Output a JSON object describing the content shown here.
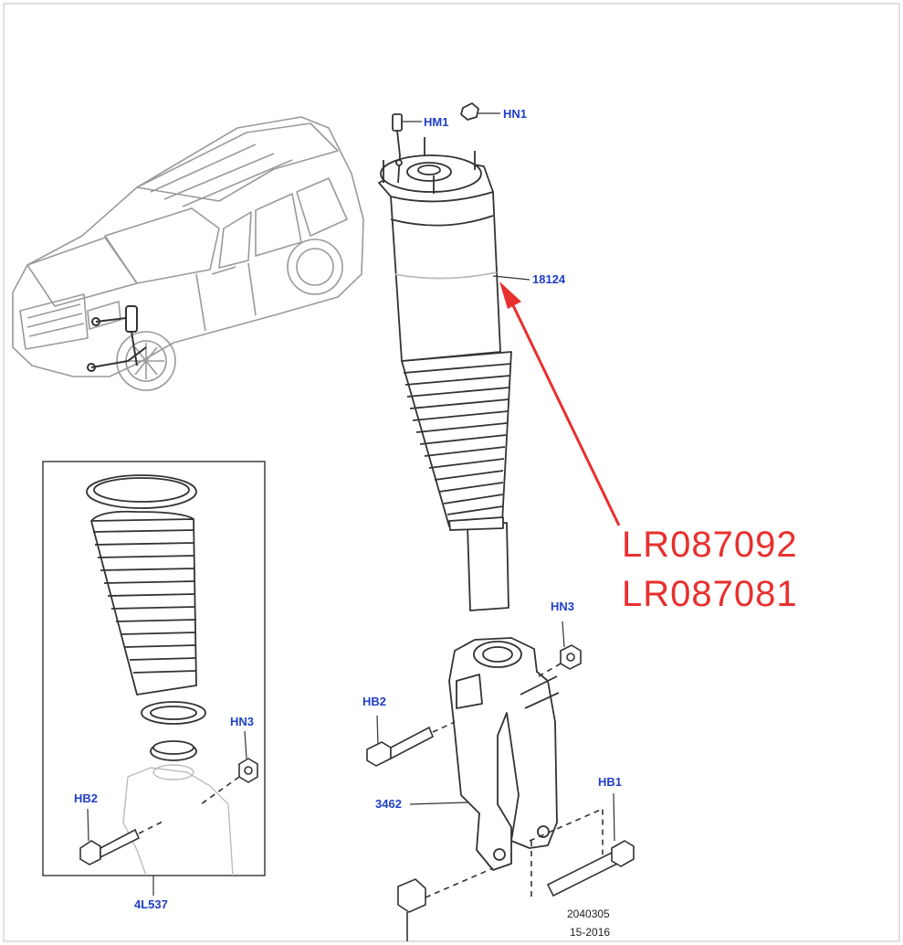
{
  "colors": {
    "callout": "#1f3fc8",
    "annotation": "#e8302e",
    "line": "#333333",
    "light_line": "#9a9a9a",
    "frame": "#d6d6d6"
  },
  "callouts": {
    "hm1": "HM1",
    "hn1": "HN1",
    "p18124": "18124",
    "hn3_main": "HN3",
    "hb2_main": "HB2",
    "p3462": "3462",
    "hb1": "HB1",
    "hn3_inset": "HN3",
    "hb2_inset": "HB2",
    "p4l537": "4L537"
  },
  "part_numbers": [
    "LR087092",
    "LR087081"
  ],
  "drawing_ref": {
    "number": "2040305",
    "date": "15-2016"
  }
}
